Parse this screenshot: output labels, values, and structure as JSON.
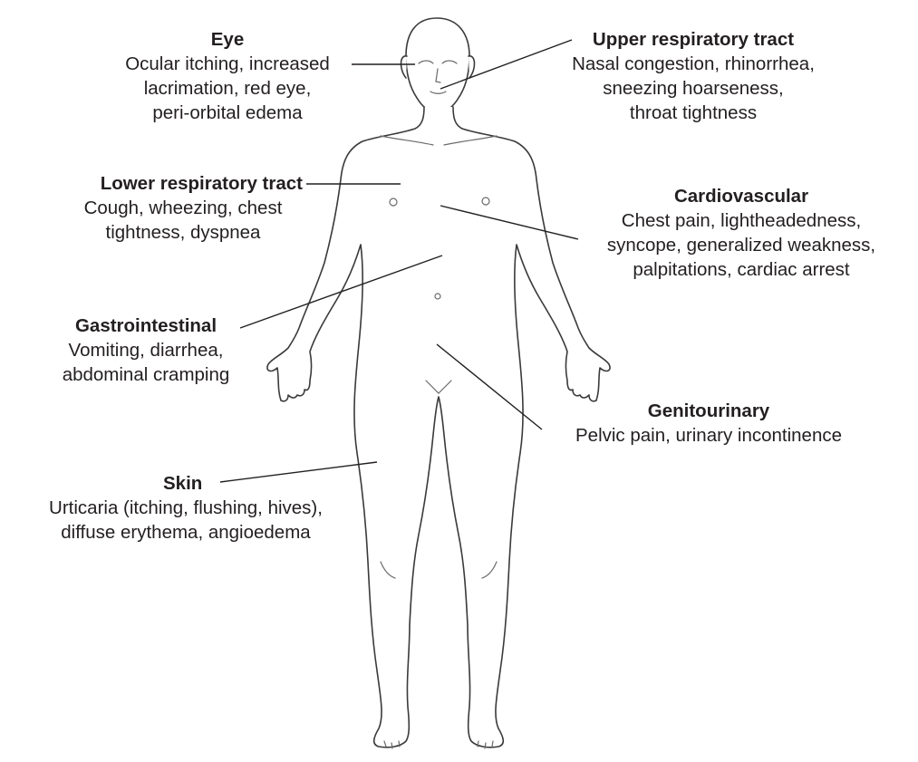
{
  "labels": {
    "eye": {
      "title": "Eye",
      "lines": [
        "Ocular itching, increased",
        "lacrimation, red eye,",
        "peri-orbital edema"
      ]
    },
    "upper_respiratory": {
      "title": "Upper respiratory tract",
      "lines": [
        "Nasal congestion, rhinorrhea,",
        "sneezing hoarseness,",
        "throat tightness"
      ]
    },
    "lower_respiratory": {
      "title": "Lower respiratory tract",
      "lines": [
        "Cough, wheezing, chest",
        "tightness, dyspnea"
      ]
    },
    "cardiovascular": {
      "title": "Cardiovascular",
      "lines": [
        "Chest pain, lightheadedness,",
        "syncope, generalized weakness,",
        "palpitations, cardiac arrest"
      ]
    },
    "gastrointestinal": {
      "title": "Gastrointestinal",
      "lines": [
        "Vomiting, diarrhea,",
        "abdominal cramping"
      ]
    },
    "genitourinary": {
      "title": "Genitourinary",
      "lines": [
        "Pelvic pain, urinary incontinence"
      ]
    },
    "skin": {
      "title": "Skin",
      "lines": [
        "Urticaria (itching, flushing, hives),",
        "diffuse erythema, angioedema"
      ]
    }
  }
}
